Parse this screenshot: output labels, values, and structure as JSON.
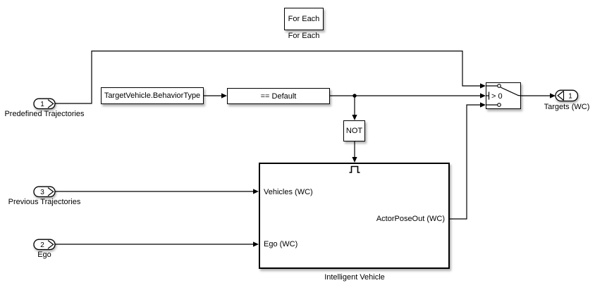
{
  "diagram": {
    "colors": {
      "background": "#ffffff",
      "block_fill": "#ffffff",
      "line": "#000000",
      "shadow": "rgba(0,0,0,0.3)"
    },
    "icons": {
      "enable_port": "pulse-glyph",
      "inport_chevron": "right-chevron",
      "outport_chevron": "left-chevron"
    },
    "blocks": {
      "for_each": {
        "text": "For Each",
        "label": "For Each"
      },
      "constant": {
        "text": "TargetVehicle.BehaviorType"
      },
      "relational": {
        "text": "== Default"
      },
      "not": {
        "text": "NOT"
      },
      "intelligent_vehicle": {
        "label": "Intelligent Vehicle",
        "ports": {
          "in1": "Vehicles (WC)",
          "in2": "Ego (WC)",
          "out1": "ActorPoseOut (WC)"
        }
      },
      "switch": {
        "criteria": "> 0"
      }
    },
    "inports": [
      {
        "number": "1",
        "label": "Predefined Trajectories"
      },
      {
        "number": "3",
        "label": "Previous Trajectories"
      },
      {
        "number": "2",
        "label": "Ego"
      }
    ],
    "outports": [
      {
        "number": "1",
        "label": "Targets (WC)"
      }
    ]
  }
}
